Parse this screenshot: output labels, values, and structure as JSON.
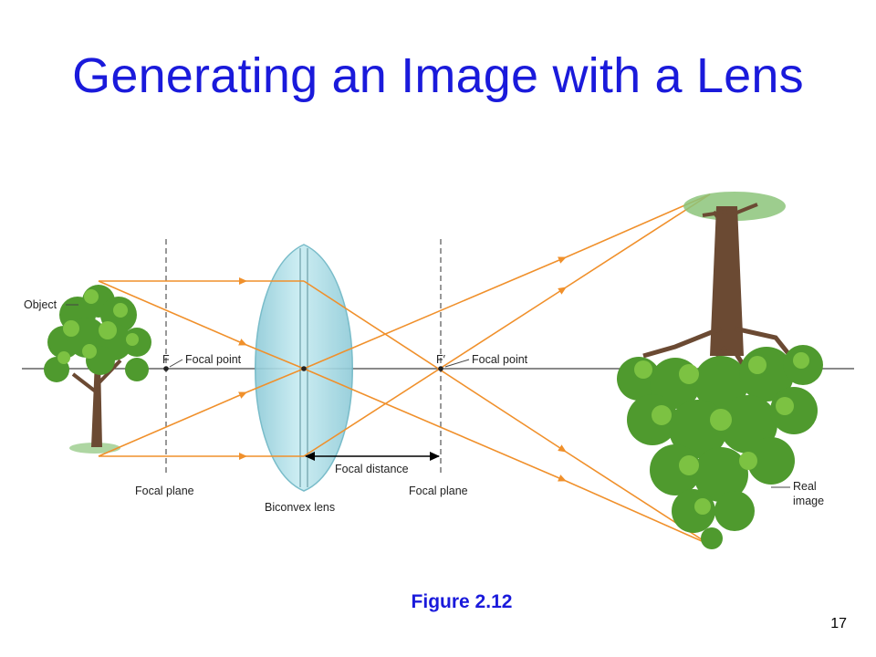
{
  "title": "Generating an Image with a Lens",
  "caption": "Figure 2.12",
  "page_number": "17",
  "labels": {
    "object": "Object",
    "focal_point_left_marker": "F",
    "focal_point_left": "Focal point",
    "focal_point_right_marker": "F′",
    "focal_point_right": "Focal point",
    "focal_plane_left": "Focal plane",
    "focal_plane_right": "Focal plane",
    "lens": "Biconvex lens",
    "focal_distance": "Focal distance",
    "real_image_line1": "Real",
    "real_image_line2": "image"
  },
  "colors": {
    "title": "#1a1adb",
    "ray": "#f0902b",
    "lens_fill": "#a8dce6",
    "foliage": "#4f9a2e",
    "trunk": "#6b4a33"
  }
}
